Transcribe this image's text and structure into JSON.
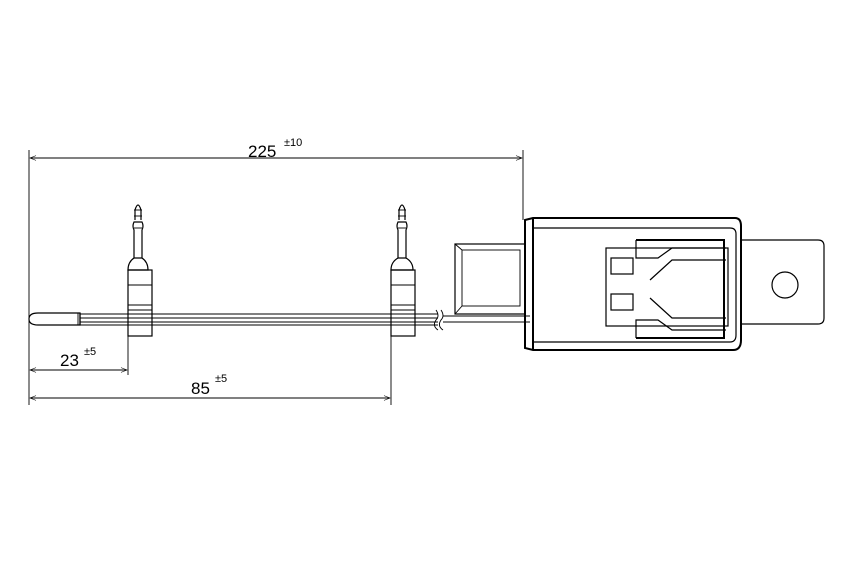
{
  "dimensions": {
    "overall": {
      "value": "225",
      "tolerance": "±10"
    },
    "short": {
      "value": "23",
      "tolerance": "±5"
    },
    "medium": {
      "value": "85",
      "tolerance": "±5"
    }
  },
  "colors": {
    "stroke": "#000000",
    "background": "#ffffff"
  }
}
